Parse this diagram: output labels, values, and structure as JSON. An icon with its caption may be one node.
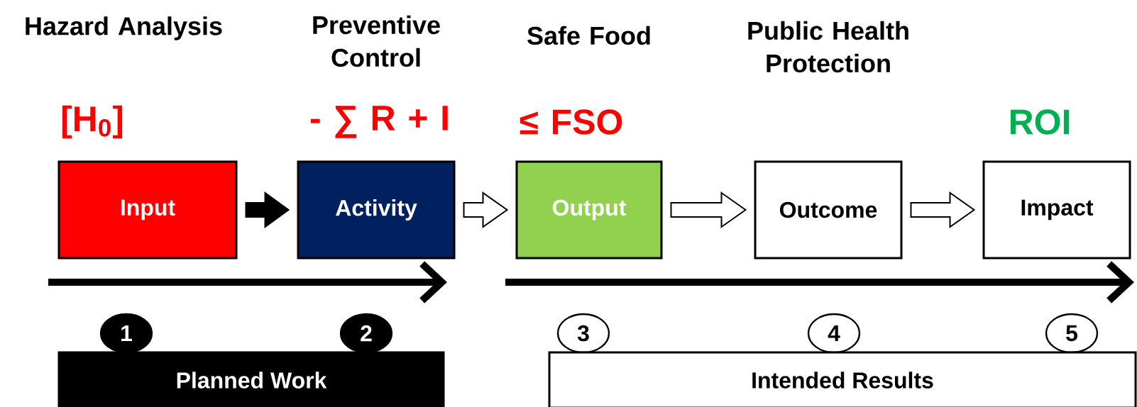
{
  "diagram": {
    "nodes": [
      {
        "text": [
          "Input"
        ]
      },
      {
        "text": [
          "Activity"
        ]
      },
      {
        "text": [
          "Output"
        ]
      },
      {
        "text": [
          "Outcome"
        ]
      },
      {
        "text": [
          "Impact"
        ]
      },
      {
        "text": [
          "1"
        ]
      },
      {
        "text": [
          "2"
        ]
      },
      {
        "text": [
          "3"
        ]
      },
      {
        "text": [
          "4"
        ]
      },
      {
        "text": [
          "5"
        ]
      },
      {
        "text": [
          "Planned Work"
        ]
      },
      {
        "text": [
          "Intended Results"
        ]
      }
    ],
    "edges": [
      {
        "from": 0,
        "to": 1,
        "arrow": "to",
        "color": "#000000"
      },
      {
        "from": 1,
        "to": 2,
        "arrow": "to"
      },
      {
        "from": 2,
        "to": 3,
        "arrow": "to"
      },
      {
        "from": 3,
        "to": 4,
        "arrow": "to"
      }
    ],
    "labels": [
      "Hazard Analysis",
      "Preventive Control",
      "Safe Food",
      "Public Health Protection",
      "[H$_{0}$]",
      "- ∑ R + I",
      "≤  FSO",
      "ROI"
    ]
  }
}
